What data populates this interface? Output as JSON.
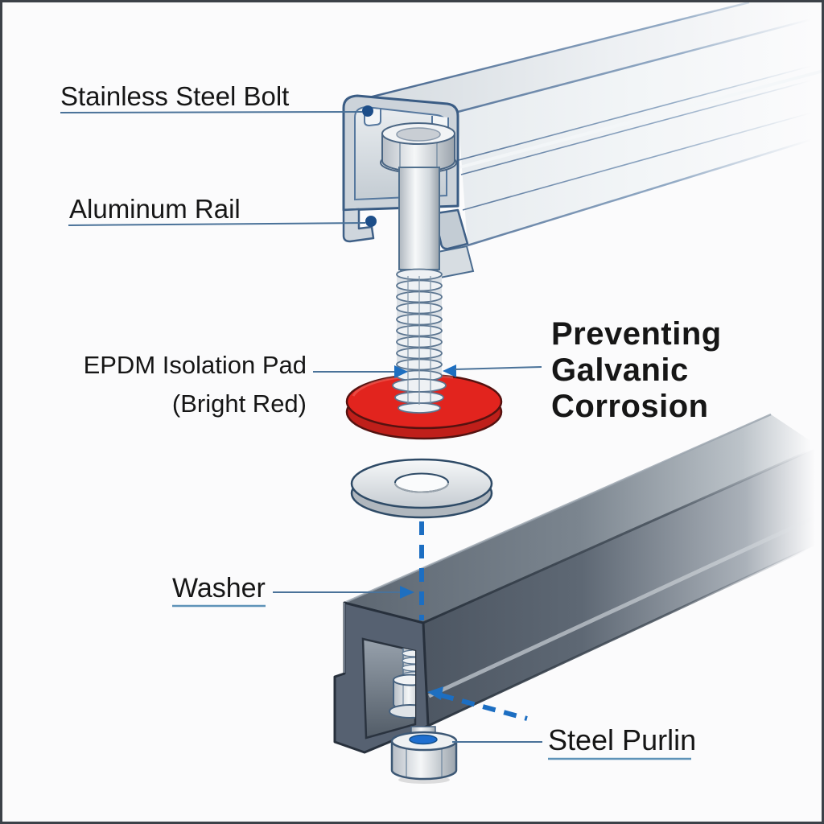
{
  "figure": {
    "type": "technical-diagram",
    "subject": "Solar rail to steel purlin fastening assembly, exploded view",
    "background": "#fbfbfc",
    "frame_color": "#3c4148"
  },
  "labels": {
    "stainless_steel_bolt": "Stainless Steel Bolt",
    "aluminum_rail": "Aluminum Rail",
    "epdm_pad_line1": "EPDM Isolation Pad",
    "epdm_pad_line2": "(Bright Red)",
    "note_line1": "Preventing",
    "note_line2": "Galvanic",
    "note_line3": "Corrosion",
    "washer": "Washer",
    "steel_purlin": "Steel Purlin"
  },
  "colors": {
    "label_text": "#161616",
    "leader_line_blue": "#4a7299",
    "leader_dot_navy": "#1d4e89",
    "arrow_blue": "#1e6fc0",
    "dashed_axis_blue": "#1c6ec2",
    "underline_light_blue": "#5e93b8",
    "epdm_pad_red": "#e2241e",
    "aluminum_rail_silver": "#d8dde2",
    "steel_purlin_dark": "#4a545f",
    "fastener_metal": "#e8ebee",
    "thread_locker_blue": "#1e6fd0"
  }
}
